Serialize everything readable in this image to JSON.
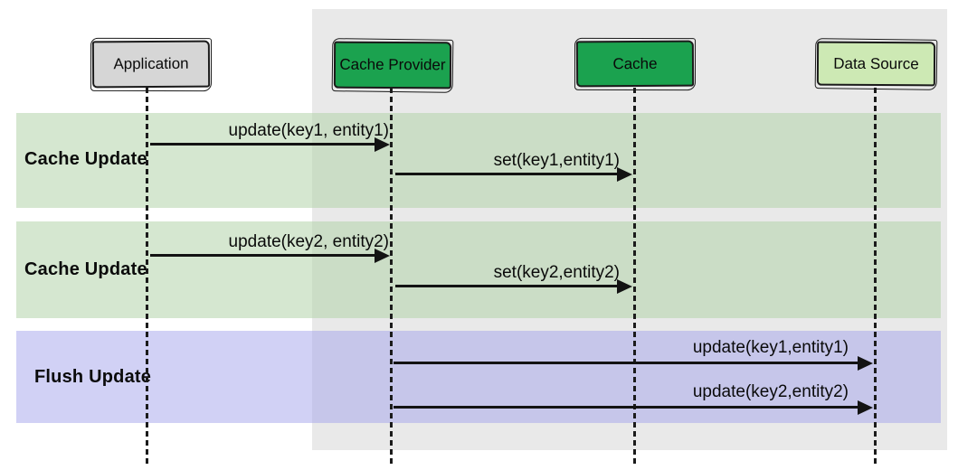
{
  "diagram": {
    "type": "sequence-diagram",
    "participants": [
      {
        "id": "application",
        "label": "Application"
      },
      {
        "id": "cache-provider",
        "label": "Cache Provider"
      },
      {
        "id": "cache",
        "label": "Cache"
      },
      {
        "id": "data-source",
        "label": "Data Source"
      }
    ],
    "groups": [
      {
        "label": "Cache Update"
      },
      {
        "label": "Cache Update"
      },
      {
        "label": "Flush Update"
      }
    ],
    "messages": [
      {
        "text": "update(key1, entity1)",
        "from": "Application",
        "to": "Cache Provider",
        "group": 0
      },
      {
        "text": "set(key1,entity1)",
        "from": "Cache Provider",
        "to": "Cache",
        "group": 0
      },
      {
        "text": "update(key2, entity2)",
        "from": "Application",
        "to": "Cache Provider",
        "group": 1
      },
      {
        "text": "set(key2,entity2)",
        "from": "Cache Provider",
        "to": "Cache",
        "group": 1
      },
      {
        "text": "update(key1,entity1)",
        "from": "Cache Provider",
        "to": "Data Source",
        "group": 2
      },
      {
        "text": "update(key2,entity2)",
        "from": "Cache Provider",
        "to": "Data Source",
        "group": 2
      }
    ],
    "colors": {
      "participant_gray": "#d6d6d6",
      "participant_green": "#1ba24f",
      "participant_light_green": "#cde9b4",
      "band_green": "#d7e8d1",
      "band_purple": "#cbcbf2",
      "panel_gray": "#e9e9e9",
      "line_black": "#131313"
    }
  }
}
